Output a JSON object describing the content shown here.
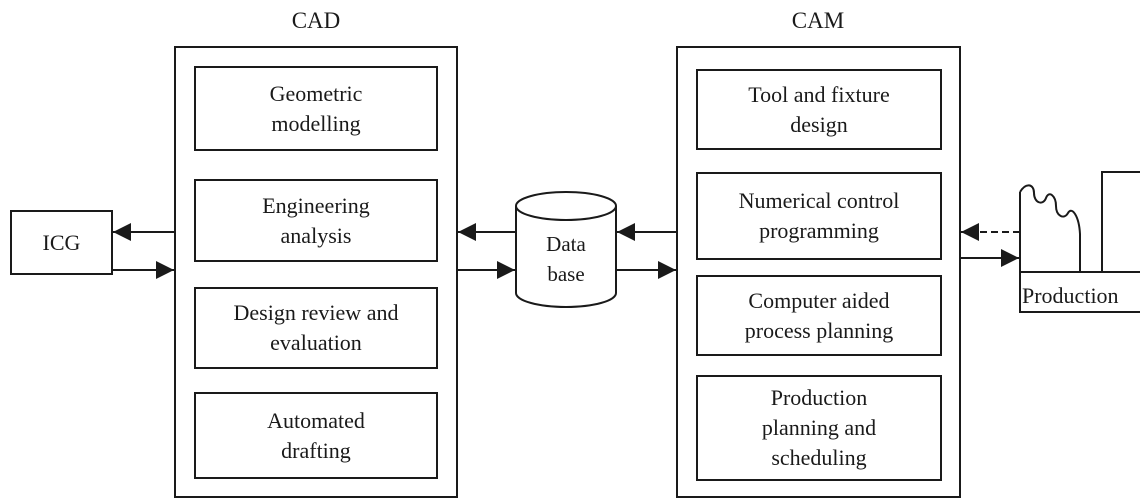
{
  "cad": {
    "title": "CAD",
    "items": [
      "Geometric\nmodelling",
      "Engineering\nanalysis",
      "Design review and\nevaluation",
      "Automated\ndrafting"
    ]
  },
  "cam": {
    "title": "CAM",
    "items": [
      "Tool and fixture\ndesign",
      "Numerical control\nprogramming",
      "Computer aided\nprocess planning",
      "Production\nplanning and\nscheduling"
    ]
  },
  "icg": {
    "label": "ICG"
  },
  "database": {
    "label": "Data\nbase"
  },
  "production": {
    "label": "Production"
  }
}
